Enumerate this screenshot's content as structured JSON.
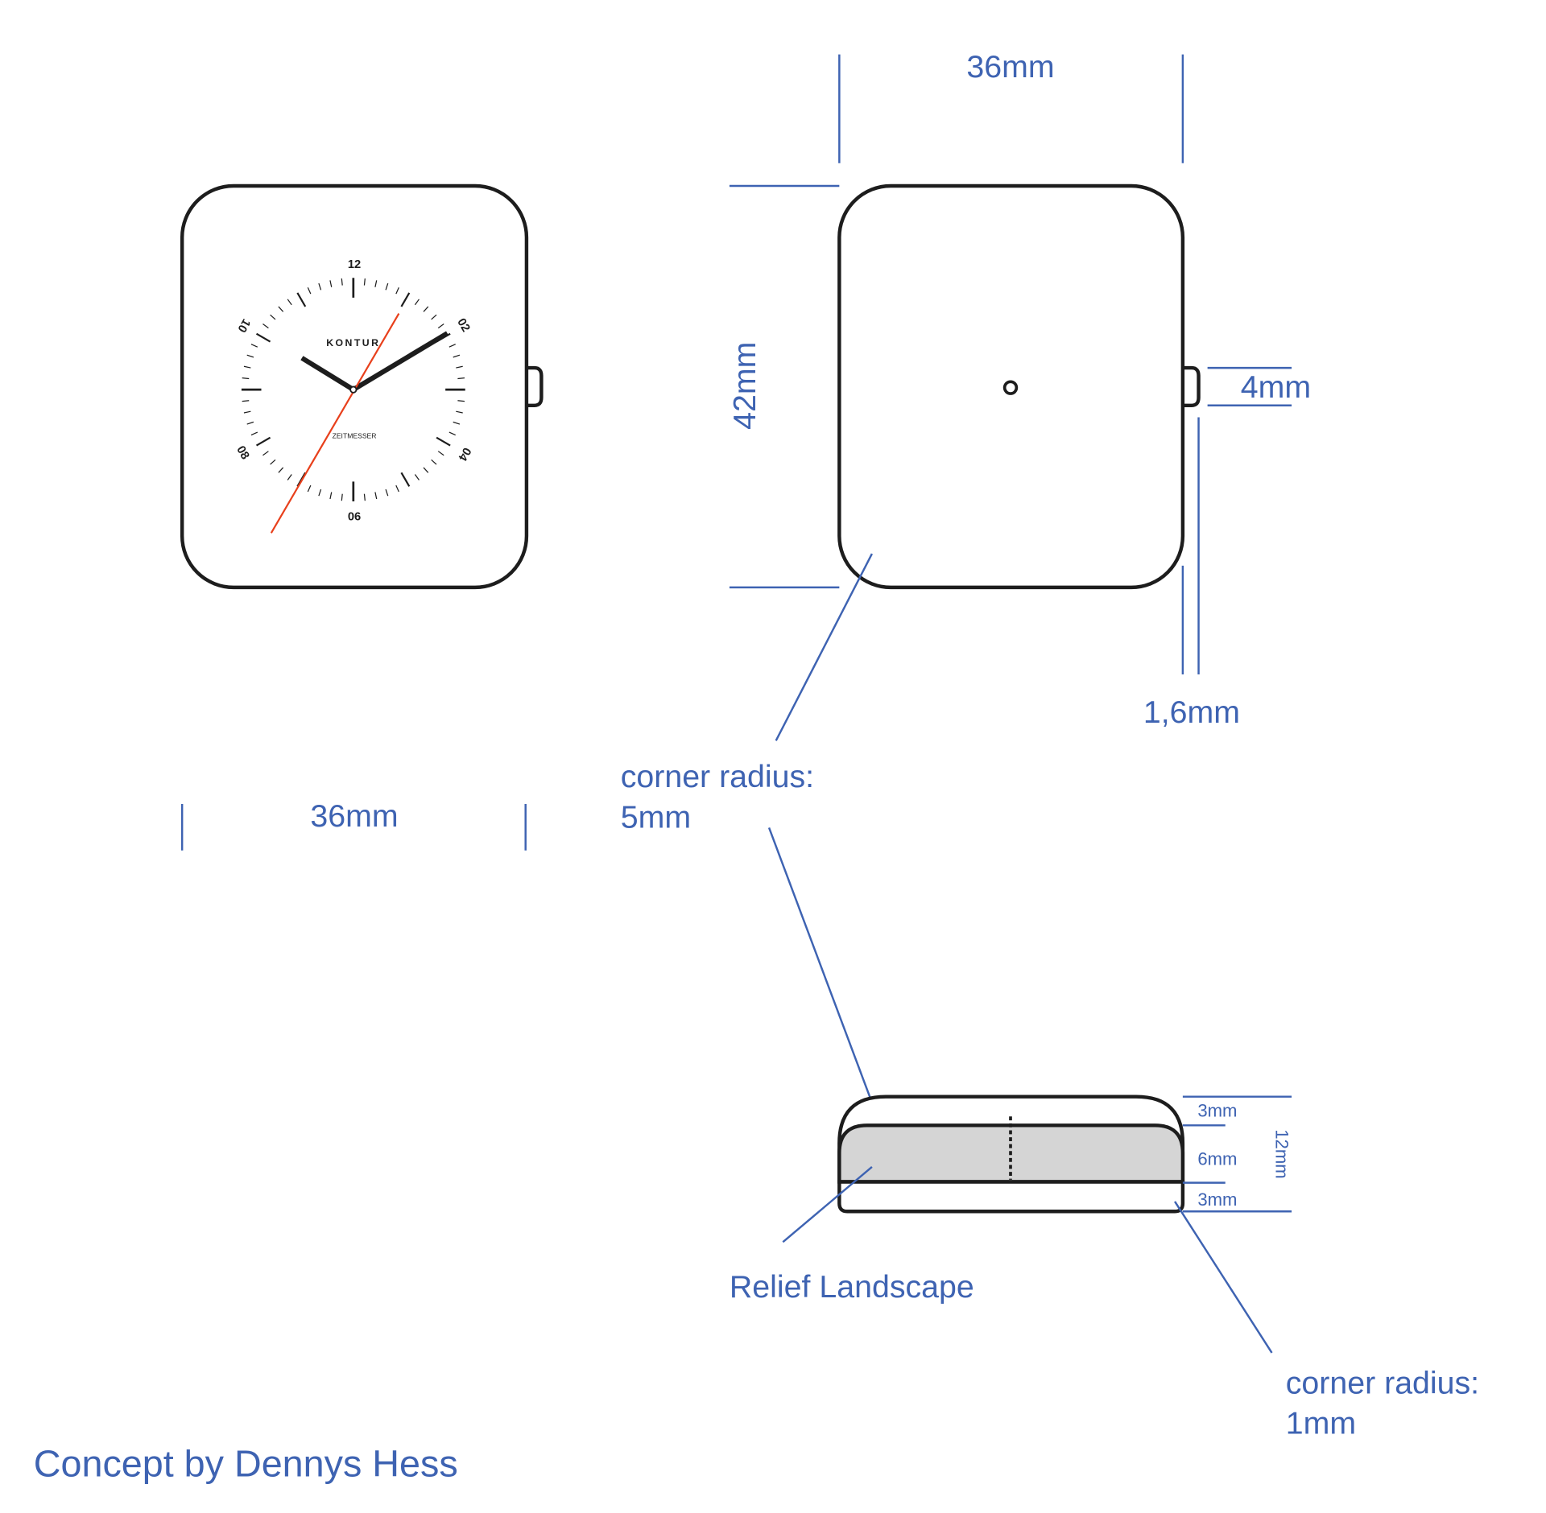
{
  "colors": {
    "dimension_blue": "#3e63b2",
    "outline": "#1d1d1d",
    "second_hand": "#e8401c",
    "relief_fill": "#d5d5d5"
  },
  "front_view": {
    "dial": {
      "numerals": {
        "n12": "12",
        "n02": "02",
        "n04": "04",
        "n06": "06",
        "n08": "08",
        "n10": "10"
      },
      "brand": "KONTUR",
      "subtitle": "ZEITMESSER"
    },
    "width_label": "36mm"
  },
  "back_view": {
    "width_label": "36mm",
    "height_label": "42mm",
    "crown_label": "4mm",
    "crown_offset_label": "1,6mm",
    "corner_label_line1": "corner radius:",
    "corner_label_line2": "5mm"
  },
  "side_view": {
    "top_label": "3mm",
    "middle_label": "6mm",
    "bottom_label": "3mm",
    "total_label": "12mm",
    "relief_label": "Relief Landscape",
    "corner_label_line1": "corner radius:",
    "corner_label_line2": "1mm"
  },
  "credit": "Concept by Dennys Hess"
}
